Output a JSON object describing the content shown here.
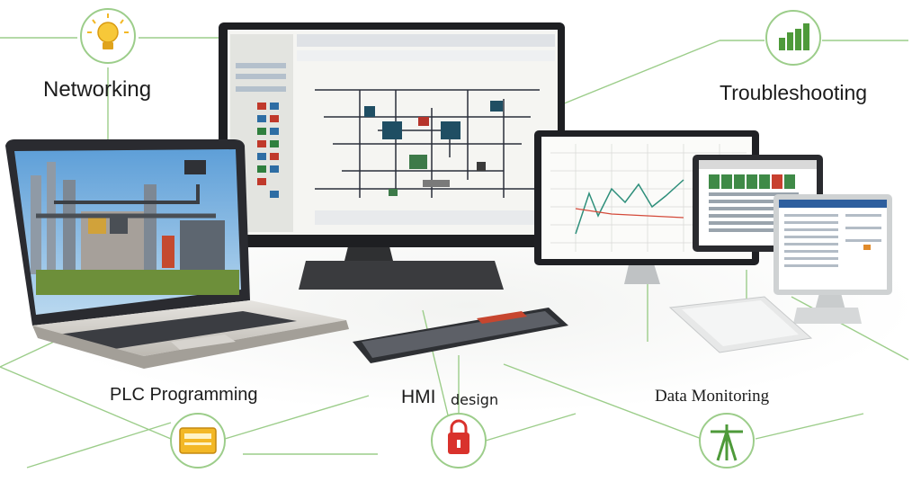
{
  "labels": {
    "networking": "Networking",
    "troubleshooting": "Troubleshooting",
    "plc_programming": "PLC Programming",
    "hmi": "HMI",
    "hmi_design": "design",
    "data_monitoring": "Data Monitoring"
  },
  "icons": {
    "networking": "lightbulb-icon",
    "troubleshooting": "bar-chart-icon",
    "plc_programming": "panel-icon",
    "hmi_design": "lock-icon",
    "data_monitoring": "transmission-tower-icon"
  },
  "colors": {
    "accent_green": "#7fbf6a",
    "icon_yellow": "#f3b826",
    "icon_red": "#d9322c",
    "icon_green": "#4e9a3a"
  }
}
